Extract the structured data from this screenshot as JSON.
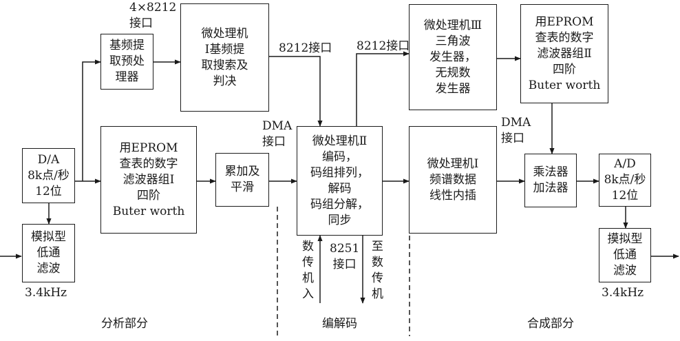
{
  "blocks": {
    "baseband_pre": "基频提\n取预处\n理器",
    "mp1_baseband": "微处理机\nⅠ基频提\n取搜索及\n判决",
    "mp3_gen": "微处理机Ⅲ\n三角波\n发生器，\n无规数\n发生器",
    "filter2": "用EPROM\n查表的数字\n滤波器组Ⅱ\n四阶\nButer    worth",
    "da_in": "D/A\n8k点/秒\n12位",
    "filter1": "用EPROM\n查表的数字\n滤波器组Ⅰ\n四阶\nButer    worth",
    "accum": "累加及\n平滑",
    "mp2": "微处理机Ⅱ\n编码，\n码组排列，\n解码\n码组分解，\n同步",
    "mp1_interp": "微处理机Ⅰ\n频谱数据\n线性内插",
    "muladd": "乘法器\n加法器",
    "ad_out": "A/D\n8k点/秒\n12位",
    "lpf_in": "模拟型\n低通\n滤波",
    "lpf_out": "摸拟型\n低通\n滤波"
  },
  "labels": {
    "iface_4x8212": "4×8212\n接口",
    "iface_8212_a": "8212接口",
    "iface_8212_b": "8212接口",
    "dma_a": "DMA\n接口",
    "dma_b": "DMA\n接口",
    "iface_8251": "8251\n接口",
    "from_datatx": "数\n传\n机\n入",
    "to_datatx": "至\n数\n传\n机",
    "freq_in": "3.4kHz",
    "freq_out": "3.4kHz"
  },
  "sections": {
    "analysis": "分析部分",
    "codec": "编解码",
    "synthesis": "合成部分"
  }
}
